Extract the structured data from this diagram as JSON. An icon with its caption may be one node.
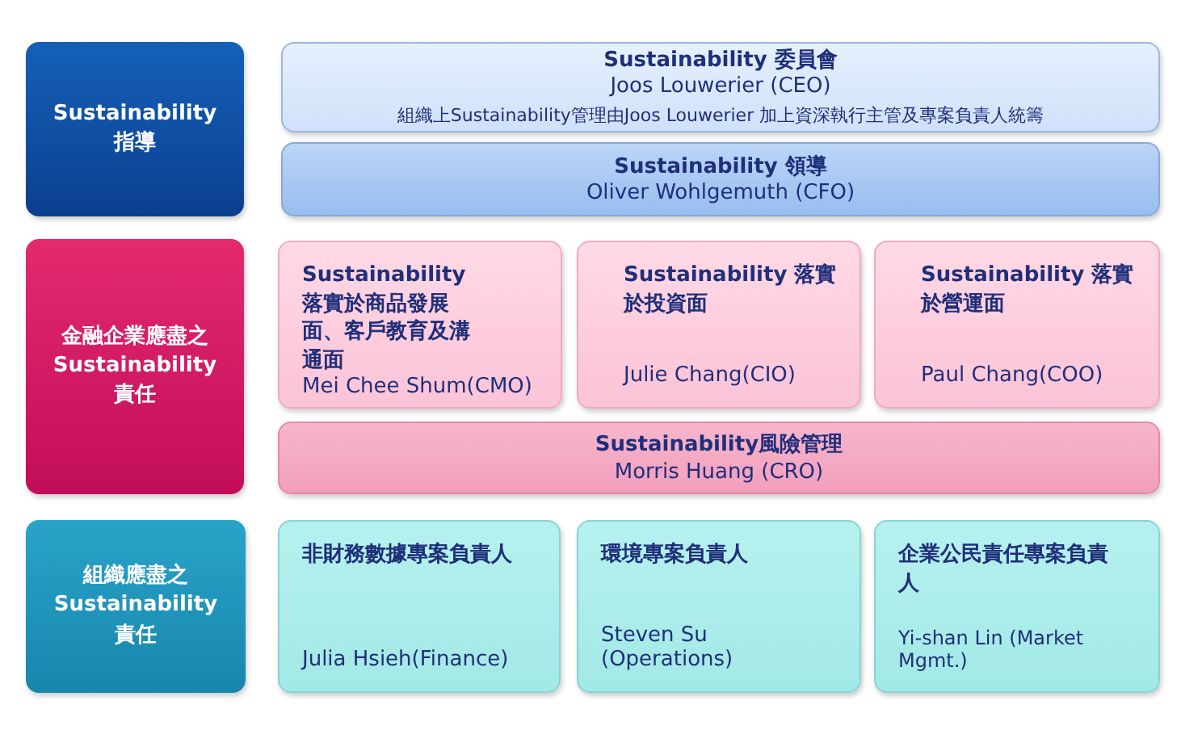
{
  "diagram": {
    "nodes": [
      {
        "text": [
          "Sustainability 指導"
        ]
      },
      {
        "text": [
          "Sustainability 委員會",
          "Joos Louwerier (CEO)",
          "組織上Sustainability管理由Joos Louwerier 加上資深執行主管及專案負責人統籌"
        ]
      },
      {
        "text": [
          "Sustainability 領導",
          "Oliver Wohlgemuth (CFO)"
        ]
      },
      {
        "text": [
          "金融企業應盡之 Sustainability 責任"
        ]
      },
      {
        "text": [
          "Sustainability 落實於商品發展面、客戶教育及溝通面",
          "Mei Chee Shum(CMO)"
        ]
      },
      {
        "text": [
          "Sustainability 落實於投資面",
          "Julie Chang(CIO)"
        ]
      },
      {
        "text": [
          "Sustainability 落實於營運面",
          "Paul Chang(COO)"
        ]
      },
      {
        "text": [
          "Sustainability風險管理",
          "Morris Huang (CRO)"
        ]
      },
      {
        "text": [
          "組織應盡之 Sustainability 責任"
        ]
      },
      {
        "text": [
          "非財務數據專案負責人",
          "Julia Hsieh(Finance)"
        ]
      },
      {
        "text": [
          "環境專案負責人",
          "Steven Su (Operations)"
        ]
      },
      {
        "text": [
          "企業公民責任專案負責人",
          "Yi-shan Lin (Market Mgmt.)"
        ]
      }
    ],
    "edges": []
  }
}
